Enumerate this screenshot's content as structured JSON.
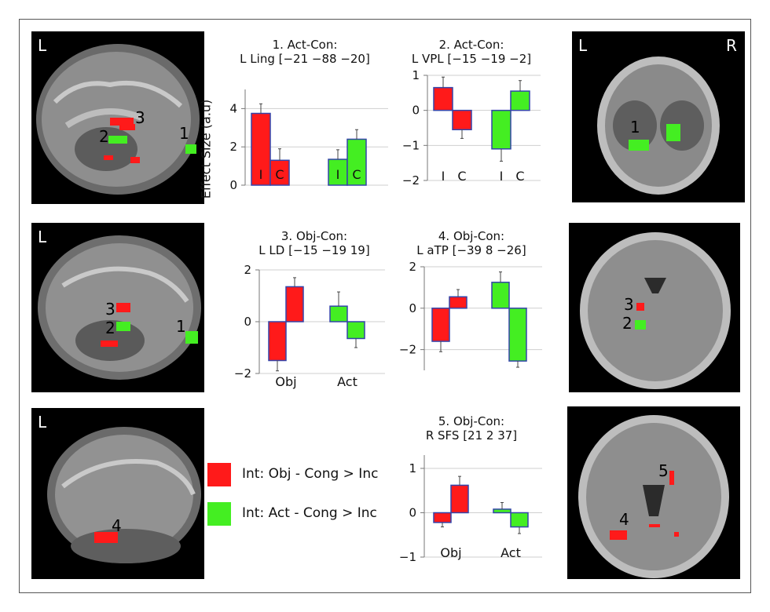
{
  "y_axis_label": "Effect Size (a.u)",
  "legend": [
    {
      "label": "Int: Obj - Cong > Inc",
      "color": "#ff1a1a"
    },
    {
      "label": "Int: Act - Cong > Inc",
      "color": "#44ee22"
    }
  ],
  "colors": {
    "red": "#ff1a1a",
    "green": "#44ee22",
    "bar_border": "#3344aa"
  },
  "brain_panels": {
    "p1": {
      "left_marker": "L",
      "labels": [
        "3",
        "2",
        "1"
      ]
    },
    "p2": {
      "left_marker": "L",
      "right_marker": "R",
      "labels": [
        "1"
      ]
    },
    "p3": {
      "left_marker": "L",
      "labels": [
        "3",
        "2",
        "1"
      ]
    },
    "p4": {
      "labels": [
        "3",
        "2"
      ]
    },
    "p5": {
      "left_marker": "L",
      "labels": [
        "4"
      ]
    },
    "p6": {
      "labels": [
        "5",
        "4"
      ]
    }
  },
  "chart_data": [
    {
      "type": "bar",
      "title_line1": "1. Act-Con:",
      "title_line2": "L Ling [−21 −88 −20]",
      "ylim": [
        0,
        5
      ],
      "yticks": [
        0,
        2,
        4
      ],
      "ytick_labels": [
        "0",
        "2",
        "4"
      ],
      "bars": [
        {
          "group": 0,
          "value": 3.75,
          "error": 0.5,
          "color": "red",
          "label": "I"
        },
        {
          "group": 0,
          "value": 1.3,
          "error": 0.6,
          "color": "red",
          "label": "C"
        },
        {
          "group": 1,
          "value": 1.35,
          "error": 0.5,
          "color": "green",
          "label": "I"
        },
        {
          "group": 1,
          "value": 2.4,
          "error": 0.5,
          "color": "green",
          "label": "C"
        }
      ],
      "xlabels": []
    },
    {
      "type": "bar",
      "title_line1": "2. Act-Con:",
      "title_line2": "L VPL [−15 −19 −2]",
      "ylim": [
        -2,
        1
      ],
      "yticks": [
        -2,
        -1,
        0,
        1
      ],
      "ytick_labels": [
        "−2",
        "−1",
        "0",
        "1"
      ],
      "bars": [
        {
          "group": 0,
          "value": 0.65,
          "error": 0.3,
          "color": "red",
          "label": "I"
        },
        {
          "group": 0,
          "value": -0.55,
          "error": 0.25,
          "color": "red",
          "label": "C"
        },
        {
          "group": 1,
          "value": -1.1,
          "error": 0.35,
          "color": "green",
          "label": "I"
        },
        {
          "group": 1,
          "value": 0.55,
          "error": 0.3,
          "color": "green",
          "label": "C"
        }
      ],
      "xlabels": []
    },
    {
      "type": "bar",
      "title_line1": "3. Obj-Con:",
      "title_line2": "L LD [−15 −19 19]",
      "ylim": [
        -2,
        2
      ],
      "yticks": [
        -2,
        0,
        2
      ],
      "ytick_labels": [
        "−2",
        "0",
        "2"
      ],
      "bars": [
        {
          "group": 0,
          "value": -1.5,
          "error": 0.4,
          "color": "red"
        },
        {
          "group": 0,
          "value": 1.35,
          "error": 0.35,
          "color": "red"
        },
        {
          "group": 1,
          "value": 0.6,
          "error": 0.55,
          "color": "green"
        },
        {
          "group": 1,
          "value": -0.65,
          "error": 0.35,
          "color": "green"
        }
      ],
      "xlabels": [
        "Obj",
        "Act"
      ]
    },
    {
      "type": "bar",
      "title_line1": "4. Obj-Con:",
      "title_line2": "L aTP [−39 8 −26]",
      "ylim": [
        -3,
        2
      ],
      "yticks": [
        -2,
        0,
        2
      ],
      "ytick_labels": [
        "−2",
        "0",
        "2"
      ],
      "bars": [
        {
          "group": 0,
          "value": -1.6,
          "error": 0.5,
          "color": "red"
        },
        {
          "group": 0,
          "value": 0.55,
          "error": 0.35,
          "color": "red"
        },
        {
          "group": 1,
          "value": 1.25,
          "error": 0.5,
          "color": "green"
        },
        {
          "group": 1,
          "value": -2.55,
          "error": 0.3,
          "color": "green"
        }
      ],
      "xlabels": []
    },
    {
      "type": "bar",
      "title_line1": "5. Obj-Con:",
      "title_line2": "R SFS [21 2 37]",
      "ylim": [
        -1,
        1.3
      ],
      "yticks": [
        -1,
        0,
        1
      ],
      "ytick_labels": [
        "−1",
        "0",
        "1"
      ],
      "bars": [
        {
          "group": 0,
          "value": -0.22,
          "error": 0.1,
          "color": "red"
        },
        {
          "group": 0,
          "value": 0.62,
          "error": 0.2,
          "color": "red"
        },
        {
          "group": 1,
          "value": 0.08,
          "error": 0.15,
          "color": "green"
        },
        {
          "group": 1,
          "value": -0.32,
          "error": 0.15,
          "color": "green"
        }
      ],
      "xlabels": [
        "Obj",
        "Act"
      ]
    }
  ]
}
